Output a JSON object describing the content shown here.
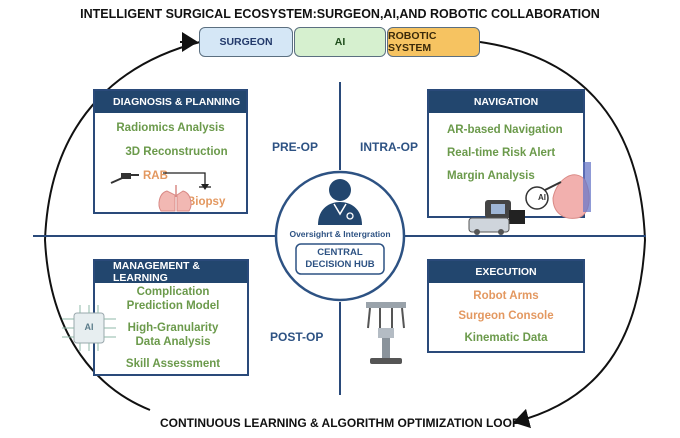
{
  "header": {
    "title": "INTELLIGENT SURGICAL ECOSYSTEM:SURGEON,AI,AND ROBOTIC COLLABORATION"
  },
  "tabs": [
    {
      "label": "SURGEON",
      "color": "#d5e7f6"
    },
    {
      "label": "AI",
      "color": "#d6f0cf"
    },
    {
      "label": "ROBOTIC SYSTEM",
      "color": "#f6c361"
    }
  ],
  "phases": {
    "pre_op": "PRE-OP",
    "intra_op": "INTRA-OP",
    "post_op": "POST-OP"
  },
  "hub": {
    "oversight": "Oversighrt & Intergration",
    "central": "CENTRAL",
    "decision_hub": "DECISION HUB"
  },
  "diagnosis": {
    "title": "DIAGNOSIS & PLANNING",
    "items": [
      "Radiomics Analysis",
      "3D Reconstruction"
    ],
    "rab": "RAB",
    "biopsy": "Biopsy"
  },
  "navigation": {
    "title": "NAVIGATION",
    "items": [
      "AR-based Navigation",
      "Real-time Risk Alert",
      "Margin Analysis"
    ],
    "ai_badge": "AI"
  },
  "management": {
    "title": "MANAGEMENT & LEARNING",
    "items": [
      "Complication",
      "Prediction Model",
      "High-Granularity",
      "Data Analysis",
      "Skill Assessment"
    ],
    "ai_chip": "AI"
  },
  "execution": {
    "title": "EXECUTION",
    "items": [
      "Robot Arms",
      "Surgeon Console",
      "Kinematic Data"
    ]
  },
  "footer": {
    "loop": "CONTINUOUS LEARNING & ALGORITHM OPTIMIZATION LOOP"
  },
  "colors": {
    "navy": "#22466e",
    "green_text": "#6b9a4b",
    "orange_text": "#e39860",
    "hub_blue": "#2d5283"
  }
}
